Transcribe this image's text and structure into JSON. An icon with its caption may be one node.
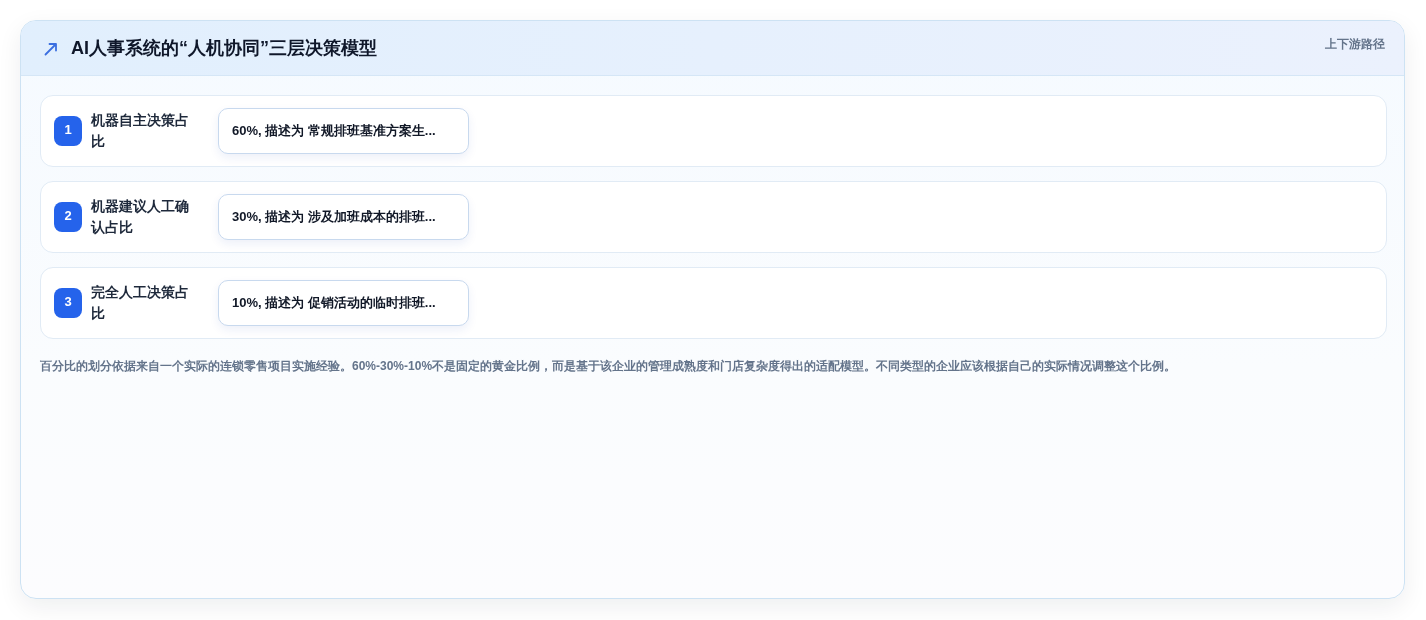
{
  "diagram": {
    "title": "AI人事系统的“人机协同”三层决策模型",
    "nodes": [
      {
        "text": [
          "机器自主决策占比"
        ]
      },
      {
        "text": [
          "1"
        ],
        "in": 0
      },
      {
        "text": [
          "60%, 描述为 常规排班基准方案生..."
        ],
        "in": 0
      },
      {
        "text": [
          "机器建议人工确认占比"
        ]
      },
      {
        "text": [
          "2"
        ],
        "in": 3
      },
      {
        "text": [
          "30%, 描述为 涉及加班成本的排班..."
        ],
        "in": 3
      },
      {
        "text": [
          "完全人工决策占比"
        ]
      },
      {
        "text": [
          "3"
        ],
        "in": 6
      },
      {
        "text": [
          "10%, 描述为 促销活动的临时排班..."
        ],
        "in": 6
      }
    ],
    "labels": [
      "上下游路径"
    ],
    "caption": "百分比的划分依据来自一个实际的连锁零售项目实施经验。60%-30%-10%不是固定的黄金比例，而是基于该企业的管理成熟度和门店复杂度得出的适配模型。不同类型的企业应该根据自己的实际情况调整这个比例。"
  }
}
